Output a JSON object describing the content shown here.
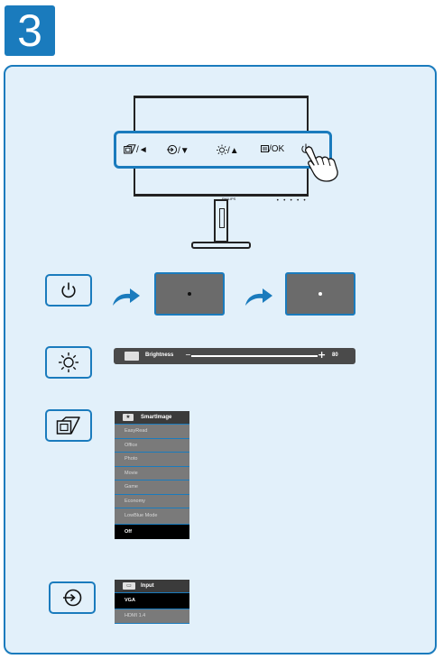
{
  "step_number": "3",
  "monitor": {
    "brand": "PHILIPS",
    "controls": [
      "◄",
      "▼",
      "▲",
      "/OK"
    ]
  },
  "brightness": {
    "label": "Brightness",
    "minus": "−",
    "plus": "+",
    "value": "80"
  },
  "smartimage_menu": {
    "title": "SmartImage",
    "items": [
      "EasyRead",
      "Office",
      "Photo",
      "Movie",
      "Game",
      "Economy",
      "LowBlue Mode",
      "Off"
    ],
    "selected": "Off"
  },
  "input_menu": {
    "title": "Input",
    "items": [
      "VGA",
      "HDMI 1.4"
    ],
    "selected": "VGA"
  },
  "colors": {
    "accent": "#1a7bbd",
    "panel_bg": "#e2f0fa",
    "screen_off": "#6b6b6b"
  }
}
